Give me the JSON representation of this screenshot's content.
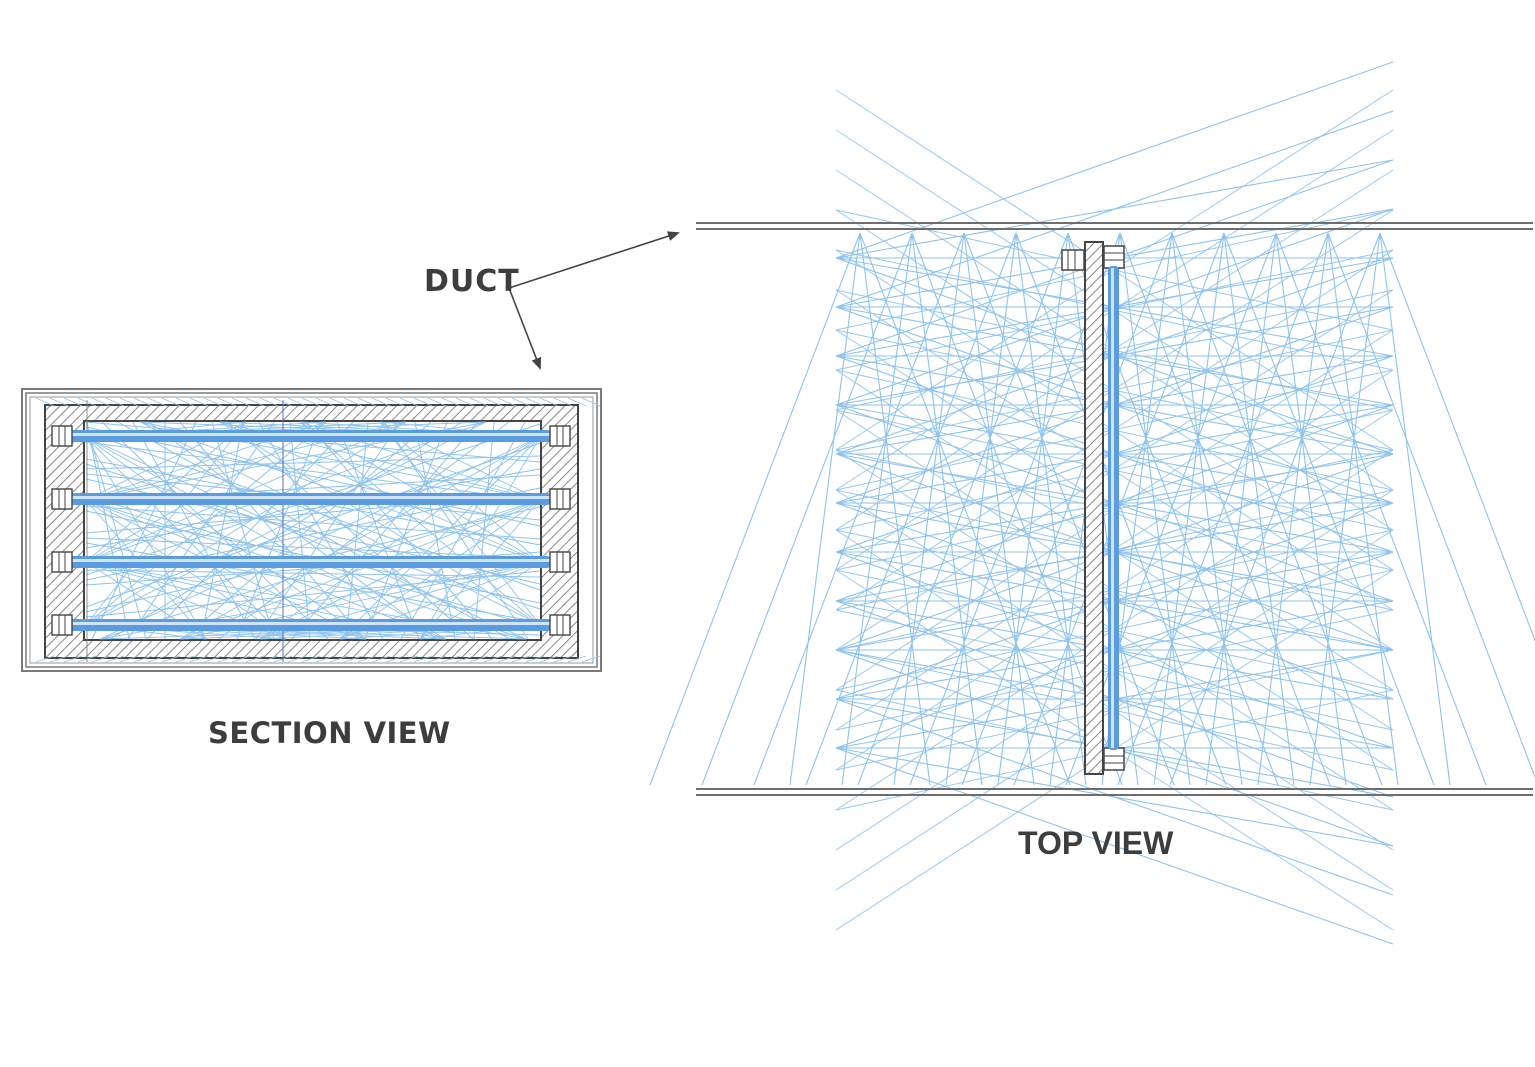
{
  "labels": {
    "duct": "DUCT",
    "section_view": "SECTION VIEW",
    "top_view": "TOP VIEW"
  },
  "colors": {
    "duct_line": "#6e6e6e",
    "housing": "#444444",
    "hatch": "#666666",
    "lamp": "#5b9be0",
    "lamp_highlight": "#cfe4fb",
    "ray": "#8fc3ea",
    "text": "#3d3d3d"
  },
  "section_view": {
    "lamp_count": 4
  },
  "top_view": {
    "lamp_count": 1
  }
}
